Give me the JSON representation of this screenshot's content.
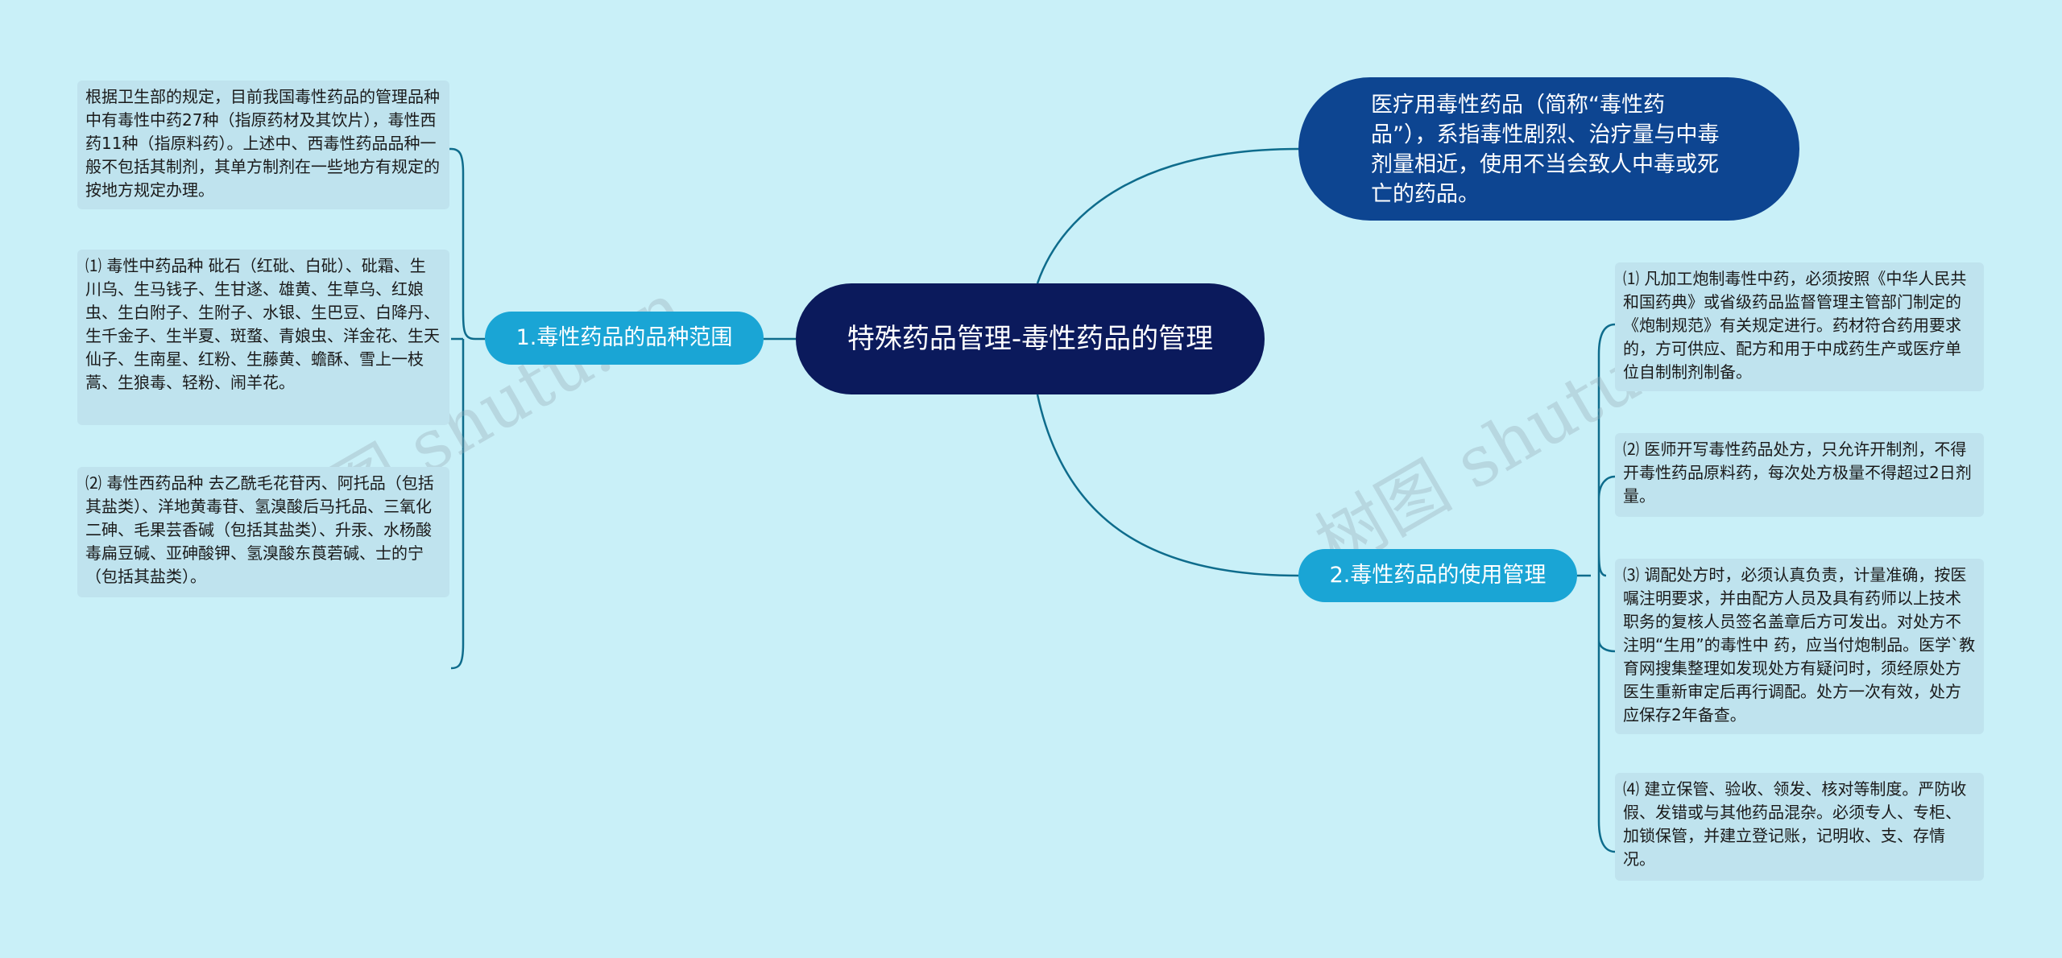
{
  "root": {
    "title": "特殊药品管理-毒性药品的管理"
  },
  "definition": {
    "text": "医疗用毒性药品（简称“毒性药品”），系指毒性剧烈、治疗量与中毒剂量相近，使用不当会致人中毒或死亡的药品。"
  },
  "branches": [
    {
      "label": "1.毒性药品的品种范围",
      "items": [
        {
          "text": "根据卫生部的规定，目前我国毒性药品的管理品种中有毒性中药27种（指原药材及其饮片），毒性西药11种（指原料药）。上述中、西毒性药品品种一般不包括其制剂，其单方制剂在一些地方有规定的按地方规定办理。"
        },
        {
          "text": "⑴ 毒性中药品种 砒石（红砒、白砒）、砒霜、生川乌、生马钱子、生甘遂、雄黄、生草乌、红娘虫、生白附子、生附子、水银、生巴豆、白降丹、生千金子、生半夏、斑蝥、青娘虫、洋金花、生天仙子、生南星、红粉、生藤黄、蟾酥、雪上一枝蒿、生狼毒、轻粉、闹羊花。"
        },
        {
          "text": "⑵ 毒性西药品种 去乙酰毛花苷丙、阿托品（包括其盐类）、洋地黄毒苷、氢溴酸后马托品、三氧化二砷、毛果芸香碱（包括其盐类）、升汞、水杨酸毒扁豆碱、亚砷酸钾、氢溴酸东莨菪碱、士的宁（包括其盐类）。"
        }
      ]
    },
    {
      "label": "2.毒性药品的使用管理",
      "items": [
        {
          "text": "⑴ 凡加工炮制毒性中药，必须按照《中华人民共和国药典》或省级药品监督管理主管部门制定的《炮制规范》有关规定进行。药材符合药用要求的，方可供应、配方和用于中成药生产或医疗单位自制制剂制备。"
        },
        {
          "text": "⑵ 医师开写毒性药品处方，只允许开制剂，不得开毒性药品原料药，每次处方极量不得超过2日剂量。"
        },
        {
          "text": "⑶ 调配处方时，必须认真负责，计量准确，按医嘱注明要求，并由配方人员及具有药师以上技术职务的复核人员签名盖章后方可发出。对处方不注明“生用”的毒性中 药，应当付炮制品。医学`教育网搜集整理如发现处方有疑问时，须经原处方医生重新审定后再行调配。处方一次有效，处方应保存2年备查。"
        },
        {
          "text": "⑷ 建立保管、验收、领发、核对等制度。严防收假、发错或与其他药品混杂。必须专人、专柜、加锁保管，并建立登记账，记明收、支、存情况。"
        }
      ]
    }
  ],
  "watermark": {
    "text": "树图 shutu.cn"
  },
  "colors": {
    "background": "#c9f0f8",
    "root": "#0b1a5c",
    "definition": "#0d4591",
    "branch": "#1aa5d5",
    "leaf": "#bfe3ee",
    "link": "#0e6c8c"
  }
}
